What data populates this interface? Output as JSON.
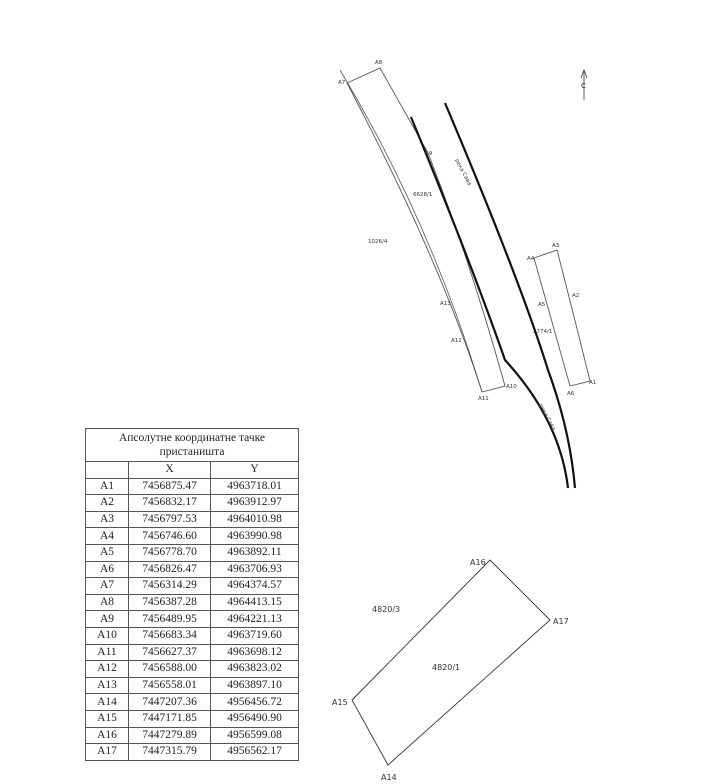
{
  "table": {
    "title": "Апсолутне координатне тачке пристаништа",
    "headers": [
      "",
      "X",
      "Y"
    ],
    "rows": [
      [
        "A1",
        "7456875.47",
        "4963718.01"
      ],
      [
        "A2",
        "7456832.17",
        "4963912.97"
      ],
      [
        "A3",
        "7456797.53",
        "4964010.98"
      ],
      [
        "A4",
        "7456746.60",
        "4963990.98"
      ],
      [
        "A5",
        "7456778.70",
        "4963892.11"
      ],
      [
        "A6",
        "7456826.47",
        "4963706.93"
      ],
      [
        "A7",
        "7456314.29",
        "4964374.57"
      ],
      [
        "A8",
        "7456387.28",
        "4964413.15"
      ],
      [
        "A9",
        "7456489.95",
        "4964221.13"
      ],
      [
        "A10",
        "7456683.34",
        "4963719.60"
      ],
      [
        "A11",
        "7456627.37",
        "4963698.12"
      ],
      [
        "A12",
        "7456588.00",
        "4963823.02"
      ],
      [
        "A13",
        "7456558.01",
        "4963897.10"
      ],
      [
        "A14",
        "7447207.36",
        "4956456.72"
      ],
      [
        "A15",
        "7447171.85",
        "4956490.90"
      ],
      [
        "A16",
        "7447279.89",
        "4956599.08"
      ],
      [
        "A17",
        "7447315.79",
        "4956562.17"
      ]
    ]
  },
  "map": {
    "parcels": [
      "6628/1",
      "1026/4",
      "2774/1",
      "4820/3",
      "4820/1"
    ],
    "river_label": "река Сава",
    "north_label": "С"
  }
}
